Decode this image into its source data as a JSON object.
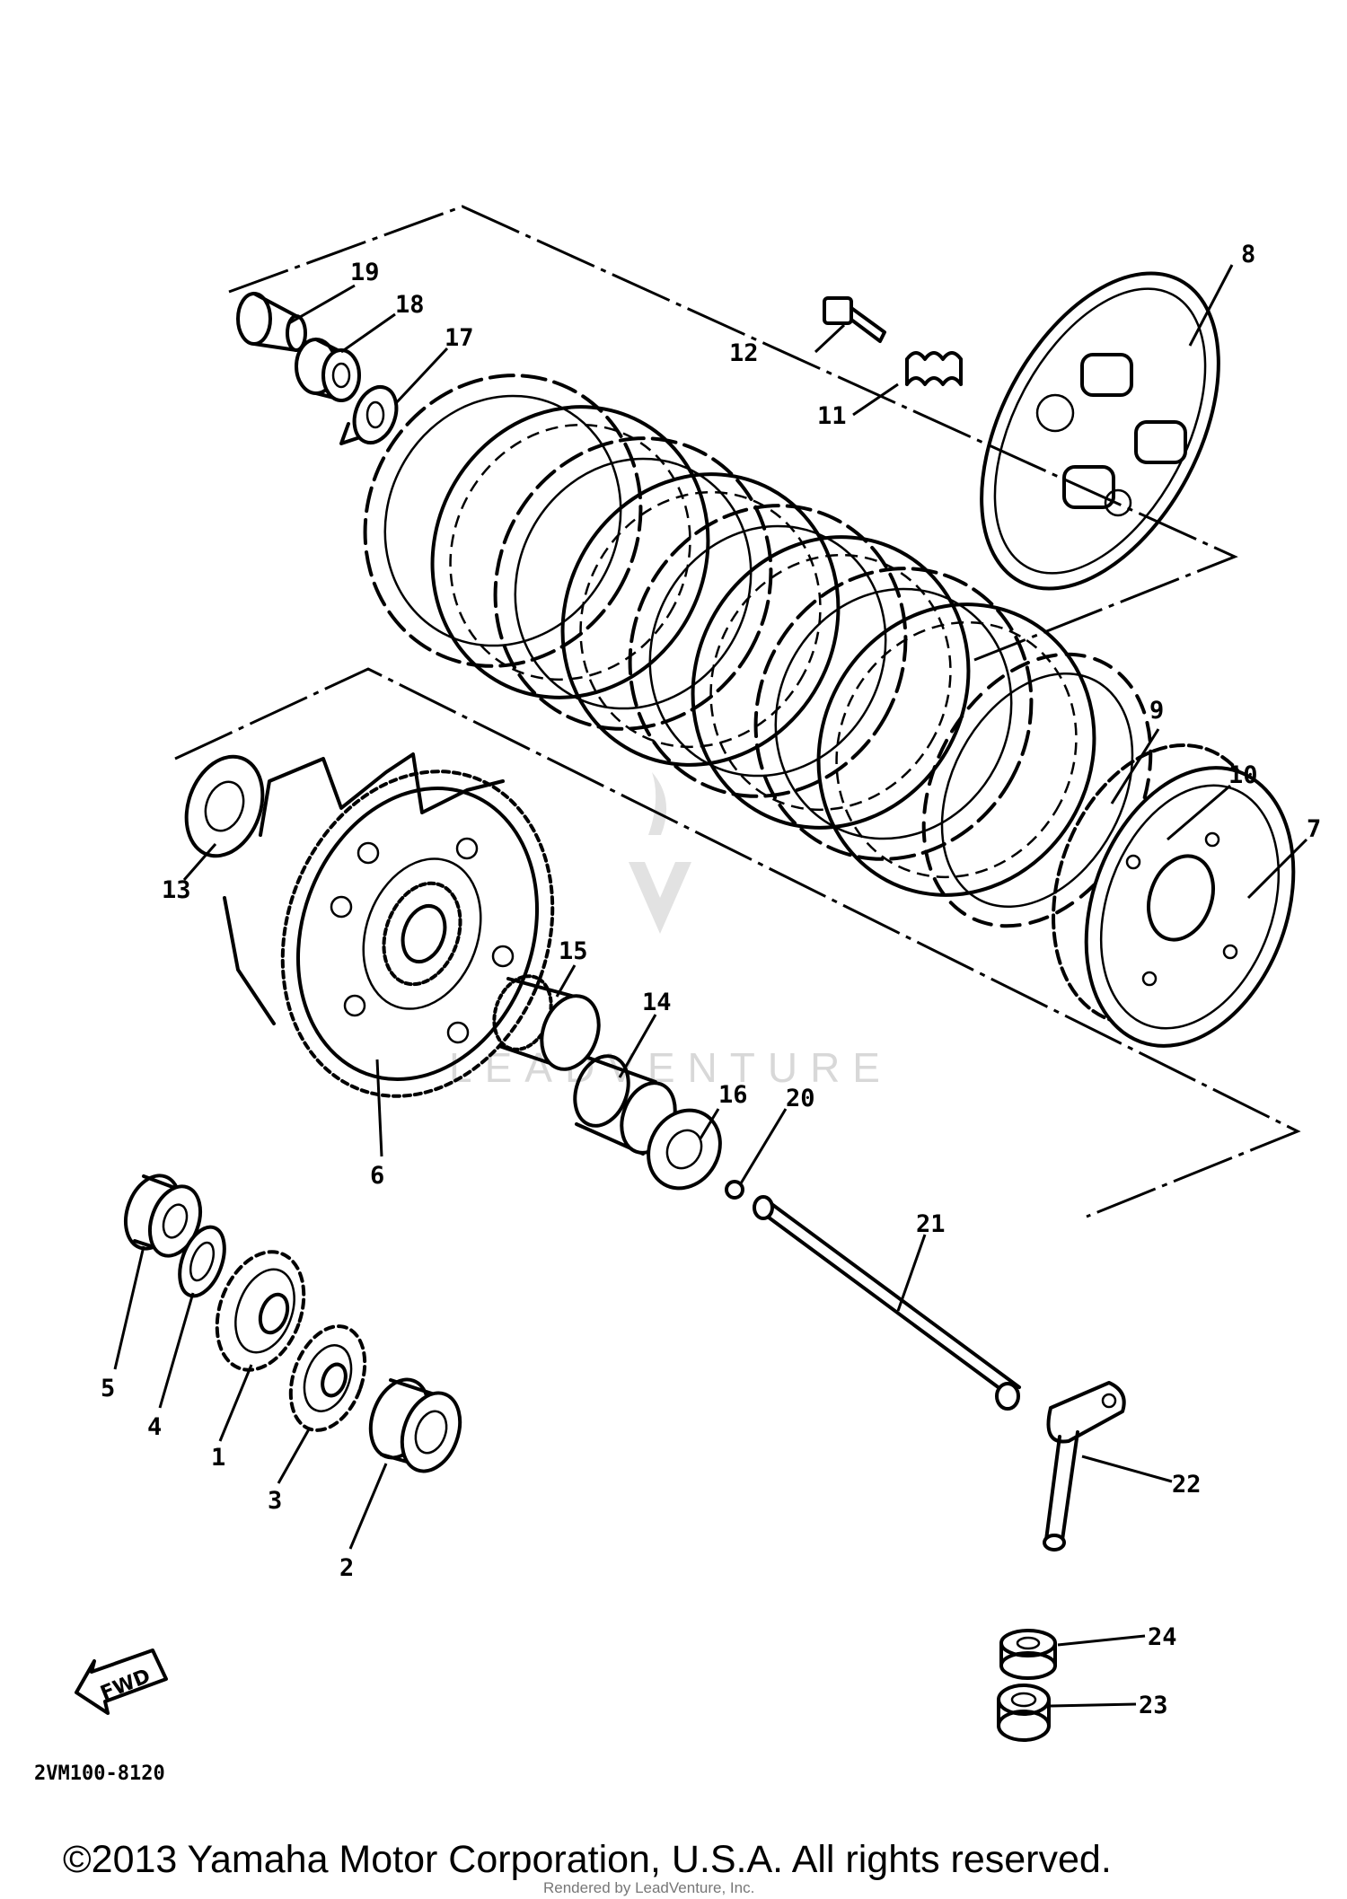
{
  "diagram": {
    "part_labels": [
      "1",
      "2",
      "3",
      "4",
      "5",
      "6",
      "7",
      "8",
      "9",
      "10",
      "11",
      "12",
      "13",
      "14",
      "15",
      "16",
      "17",
      "18",
      "19",
      "20",
      "21",
      "22",
      "23",
      "24"
    ],
    "drawing_code": "2VM100-8120",
    "fwd_label": "FWD",
    "watermark": "LEADVENTURE",
    "copyright": "©2013 Yamaha Motor Corporation, U.S.A. All rights reserved.",
    "rendered_by": "Rendered by LeadVenture, Inc."
  }
}
